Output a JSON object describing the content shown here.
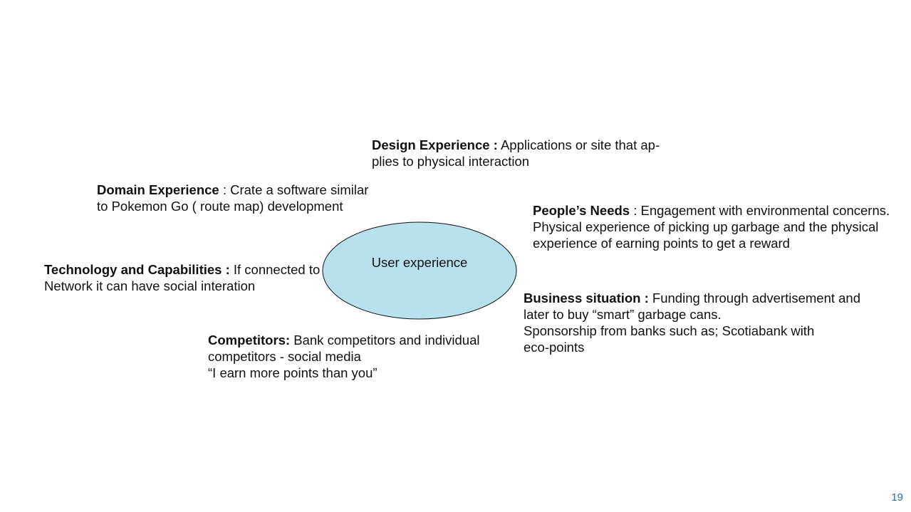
{
  "center": {
    "label": "User experience",
    "fill": "#b7e1eb",
    "stroke": "#111111"
  },
  "design": {
    "title": "Design Experience :",
    "line1": " Applications or site that ap-",
    "line2": "plies to physical interaction"
  },
  "domain": {
    "title": "Domain Experience",
    "line1": " : Crate a software similar",
    "line2": "to Pokemon Go ( route map) development"
  },
  "people": {
    "title": "People’s Needs",
    "line1": " : Engagement with environmental concerns.",
    "line2": "Physical experience of picking up garbage and the physical",
    "line3": "experience of earning points to get a reward"
  },
  "technology": {
    "title": "Technology and Capabilities :",
    "line1": " If connected to",
    "line2": "Network it can have social interation"
  },
  "business": {
    "title": "Business situation :",
    "line1": " Funding through advertisement  and",
    "line2": "later to buy “smart” garbage cans.",
    "line3": "Sponsorship from banks such as; Scotiabank with",
    "line4": "eco-points"
  },
  "competitors": {
    "title": "Competitors:",
    "line1": " Bank competitors and individual",
    "line2": "competitors - social media",
    "line3": "“I earn more points than you”"
  },
  "page_number": "19",
  "colors": {
    "ellipse_fill": "#b7e1eb",
    "page_number": "#1f6fa8"
  }
}
